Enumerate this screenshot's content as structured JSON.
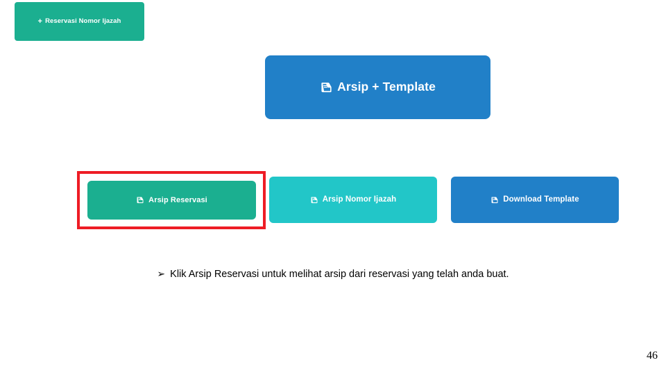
{
  "slide": {
    "background_color": "#FFFFFF",
    "page_number": "46"
  },
  "buttons": {
    "reservasi_nomor_ijazah": {
      "label": "Reservasi Nomor Ijazah",
      "prefix": "+",
      "color": "#1BAF90",
      "icon": "plus-icon"
    },
    "arsip_template": {
      "label": "Arsip + Template",
      "color": "#2180C8",
      "icon": "book-icon"
    },
    "arsip_reservasi": {
      "label": "Arsip Reservasi",
      "color": "#1BAF90",
      "icon": "book-icon"
    },
    "arsip_nomor_ijazah": {
      "label": "Arsip Nomor Ijazah",
      "color": "#22C6C8",
      "icon": "book-icon"
    },
    "download_template": {
      "label": "Download Template",
      "color": "#2180C8",
      "icon": "book-icon"
    }
  },
  "annotation": {
    "highlight_color": "#EE1C25",
    "target": "arsip-reservasi-button"
  },
  "caption": {
    "bullet": "➢",
    "text": "Klik Arsip Reservasi untuk melihat arsip dari reservasi yang telah anda buat."
  }
}
